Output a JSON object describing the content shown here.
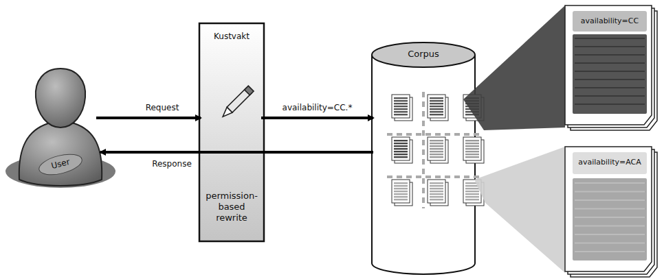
{
  "diagram": {
    "nodes": [
      {
        "text": [
          "User"
        ]
      },
      {
        "text": [
          "Kustvakt",
          "permission-based rewrite"
        ]
      },
      {
        "text": [
          "Corpus"
        ]
      },
      {
        "text": [
          "availability=CC"
        ]
      },
      {
        "text": [
          "availability=ACA"
        ]
      }
    ],
    "edges": [
      {
        "from": 0,
        "to": 1,
        "label": "Request",
        "arrow": "to"
      },
      {
        "from": 1,
        "to": 2,
        "label": "availability=CC.*",
        "arrow": "to"
      },
      {
        "from": 2,
        "to": 0,
        "label": "Response",
        "arrow": "to"
      }
    ]
  }
}
